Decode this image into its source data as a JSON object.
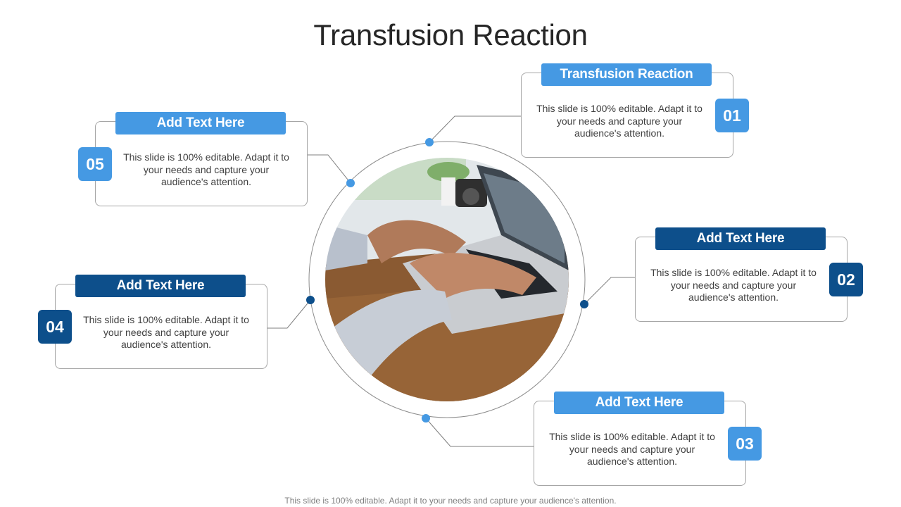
{
  "title": "Transfusion Reaction",
  "footer": "This slide is 100% editable. Adapt it to your needs and capture your audience's attention.",
  "colors": {
    "light_blue": "#4599e3",
    "dark_blue": "#0d4f8b",
    "border": "#a6a6a6",
    "connector": "#7f7f7f"
  },
  "center_image": {
    "icon": "laptop-typing-photo"
  },
  "items": [
    {
      "number": "01",
      "heading": "Transfusion Reaction",
      "text": "This slide is 100% editable. Adapt it to your needs and capture your audience's attention."
    },
    {
      "number": "02",
      "heading": "Add Text Here",
      "text": "This slide is 100% editable. Adapt it to your needs and capture your audience's attention."
    },
    {
      "number": "03",
      "heading": "Add Text Here",
      "text": "This slide is 100% editable. Adapt it to your needs and capture your audience's attention."
    },
    {
      "number": "04",
      "heading": "Add Text Here",
      "text": "This slide is 100% editable. Adapt it to your needs and capture your audience's attention."
    },
    {
      "number": "05",
      "heading": "Add Text Here",
      "text": "This slide is 100% editable. Adapt it to your needs and capture your audience's attention."
    }
  ]
}
